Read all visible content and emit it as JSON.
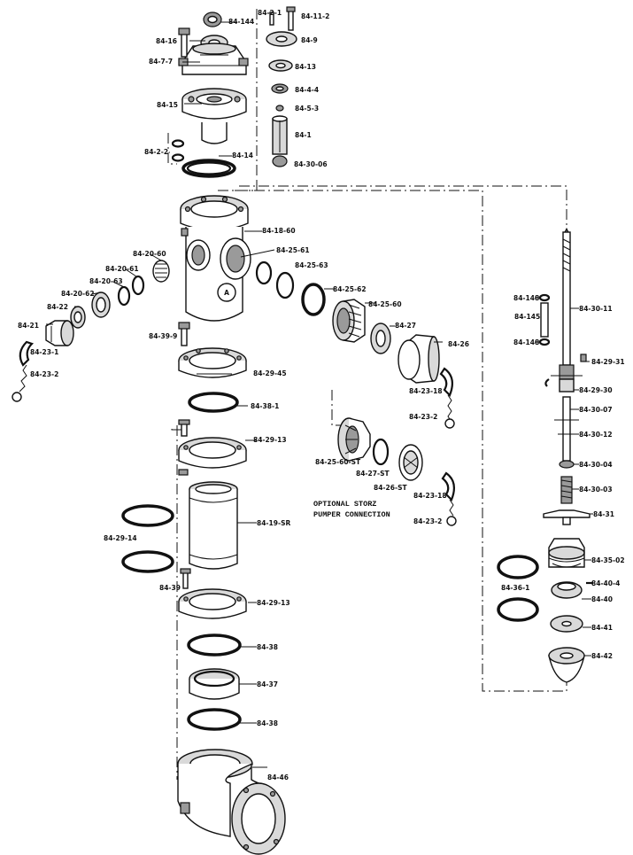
{
  "labels": {
    "l_84_144": "84-144",
    "l_84_2_1": "84-2-1",
    "l_84_11_2": "84-11-2",
    "l_84_16": "84-16",
    "l_84_9": "84-9",
    "l_84_7_7": "84-7-7",
    "l_84_13": "84-13",
    "l_84_4_4": "84-4-4",
    "l_84_15": "84-15",
    "l_84_5_3": "84-5-3",
    "l_84_1": "84-1",
    "l_84_2_2": "84-2-2",
    "l_84_14": "84-14",
    "l_84_30_06": "84-30-06",
    "l_84_18_60": "84-18-60",
    "l_84_25_61": "84-25-61",
    "l_84_25_63": "84-25-63",
    "l_84_20_60": "84-20-60",
    "l_84_20_61": "84-20-61",
    "l_84_20_63": "84-20-63",
    "l_84_20_62": "84-20-62",
    "l_84_22": "84-22",
    "l_84_21": "84-21",
    "l_84_23_1": "84-23-1",
    "l_84_23_2_left": "84-23-2",
    "l_84_39_9": "84-39-9",
    "l_84_29_45": "84-29-45",
    "l_84_38_1": "84-38-1",
    "l_84_25_62": "84-25-62",
    "l_84_25_60": "84-25-60",
    "l_84_27": "84-27",
    "l_84_26": "84-26",
    "l_84_23_18_top": "84-23-18",
    "l_84_23_2_mid": "84-23-2",
    "l_84_29_13_top": "84-29-13",
    "l_84_25_60_st": "84-25-60-ST",
    "l_84_27_st": "84-27-ST",
    "l_84_26_st": "84-26-ST",
    "l_84_23_18_bot": "84-23-18",
    "l_84_23_2_bot": "84-23-2",
    "l_84_29_14": "84-29-14",
    "l_84_19_sr": "84-19-SR",
    "l_84_39": "84-39",
    "l_84_29_13_bot": "84-29-13",
    "l_84_38_top": "84-38",
    "l_84_37": "84-37",
    "l_84_38_bot": "84-38",
    "l_84_46": "84-46",
    "l_84_148_top": "84-148",
    "l_84_145": "84-145",
    "l_84_148_bot": "84-148",
    "l_84_30_11": "84-30-11",
    "l_84_29_31": "84-29-31",
    "l_84_29_30": "84-29-30",
    "l_84_30_07": "84-30-07",
    "l_84_30_12": "84-30-12",
    "l_84_30_04": "84-30-04",
    "l_84_30_03": "84-30-03",
    "l_84_31": "84-31",
    "l_84_35_02": "84-35-02",
    "l_84_36_1": "84-36-1",
    "l_84_40_4": "84-40-4",
    "l_84_40": "84-40",
    "l_84_41": "84-41",
    "l_84_42": "84-42"
  },
  "notes": {
    "storz_line1": "OPTIONAL STORZ",
    "storz_line2": "PUMPER CONNECTION"
  },
  "logo_letter": "A"
}
